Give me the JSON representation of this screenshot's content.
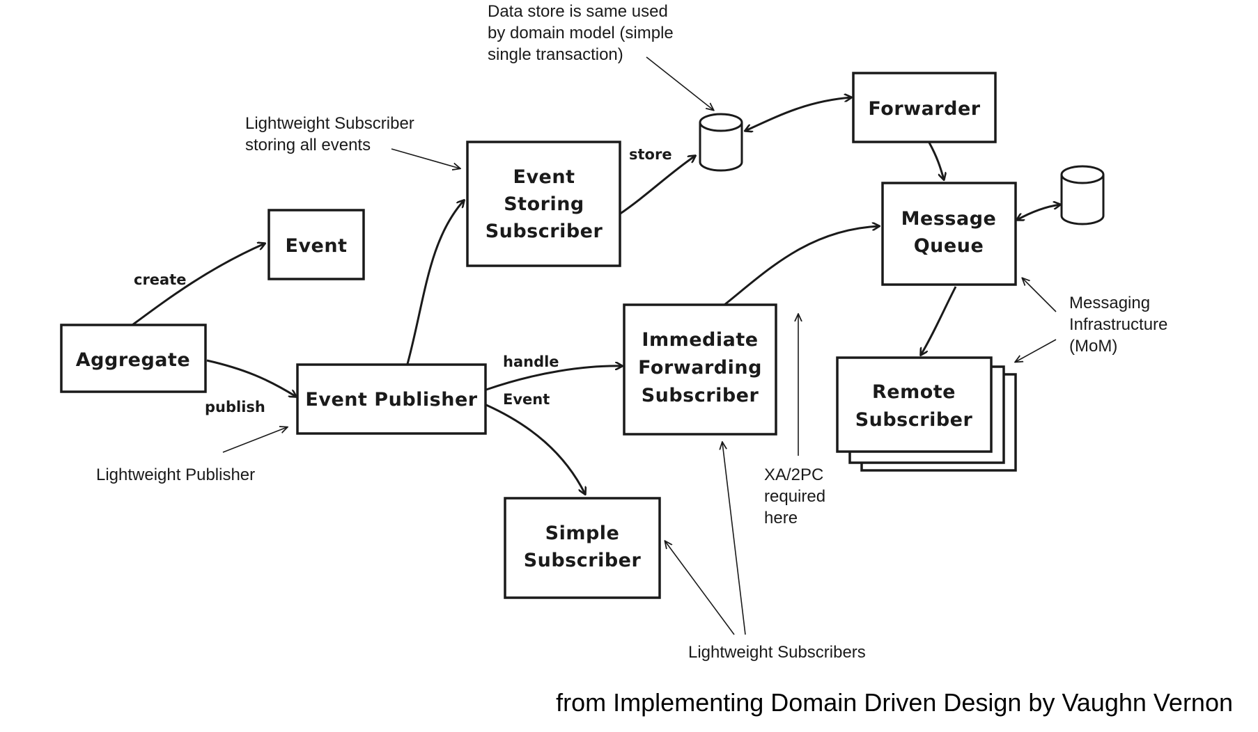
{
  "nodes": {
    "aggregate": "Aggregate",
    "event": "Event",
    "event_publisher": "Event Publisher",
    "event_storing_subscriber": [
      "Event",
      "Storing",
      "Subscriber"
    ],
    "immediate_forwarding_subscriber": [
      "Immediate",
      "Forwarding",
      "Subscriber"
    ],
    "simple_subscriber": [
      "Simple",
      "Subscriber"
    ],
    "forwarder": "Forwarder",
    "message_queue": [
      "Message",
      "Queue"
    ],
    "remote_subscriber": [
      "Remote",
      "Subscriber"
    ]
  },
  "edge_labels": {
    "create": "create",
    "publish": "publish",
    "store": "store",
    "handle": "handle",
    "event": "Event"
  },
  "annotations": {
    "data_store": [
      "Data store is same used",
      "by domain model (simple",
      "single transaction)"
    ],
    "lightweight_subscriber": [
      "Lightweight Subscriber",
      "storing all events"
    ],
    "lightweight_publisher": "Lightweight Publisher",
    "messaging_infrastructure": [
      "Messaging",
      "Infrastructure",
      "(MoM)"
    ],
    "xa_2pc": [
      "XA/2PC",
      "required",
      "here"
    ],
    "lightweight_subscribers": "Lightweight Subscribers"
  },
  "credit": "from Implementing Domain Driven Design by Vaughn Vernon"
}
